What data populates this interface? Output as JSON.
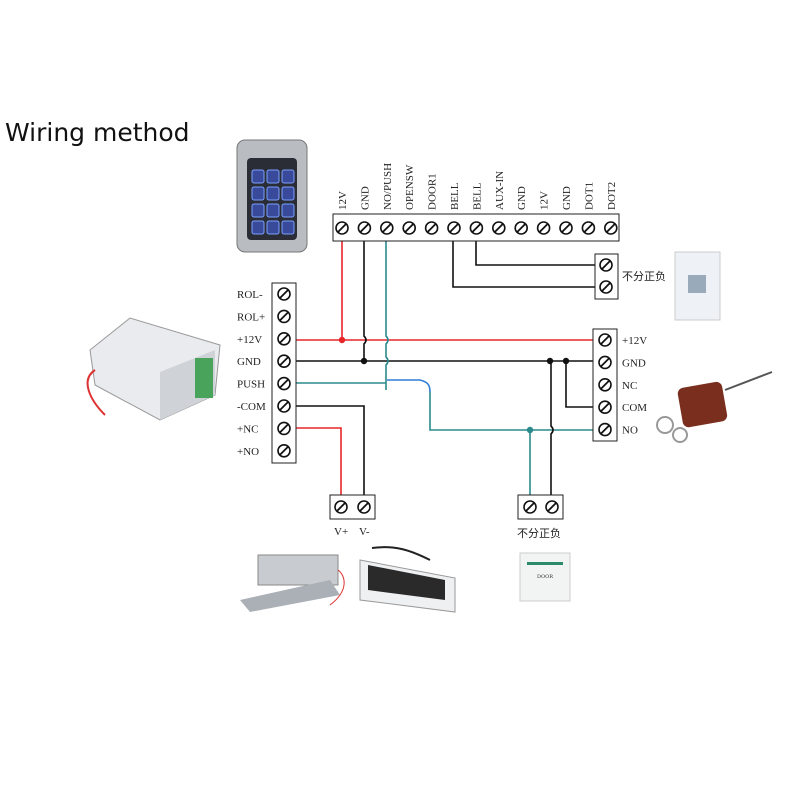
{
  "title": "Wiring method",
  "controller_terminals": [
    "12V",
    "GND",
    "NO/PUSH",
    "OPENSW",
    "DOOR1",
    "BELL",
    "BELL",
    "AUX-IN",
    "GND",
    "12V",
    "GND",
    "DOT1",
    "DOT2"
  ],
  "power_supply_terminals": [
    "ROL-",
    "ROL+",
    "+12V",
    "GND",
    "PUSH",
    "-COM",
    "+NC",
    "+NO"
  ],
  "remote_receiver_terminals": [
    "+12V",
    "GND",
    "NC",
    "COM",
    "NO"
  ],
  "doorbell_label": "不分正负",
  "lock_terminals": [
    "V+",
    "V-"
  ],
  "exit_button_label": "不分正负",
  "colors": {
    "positive": "#e8262a",
    "ground": "#111111",
    "signal": "#2a8a8c",
    "push_wire": "#2f7fd6"
  }
}
